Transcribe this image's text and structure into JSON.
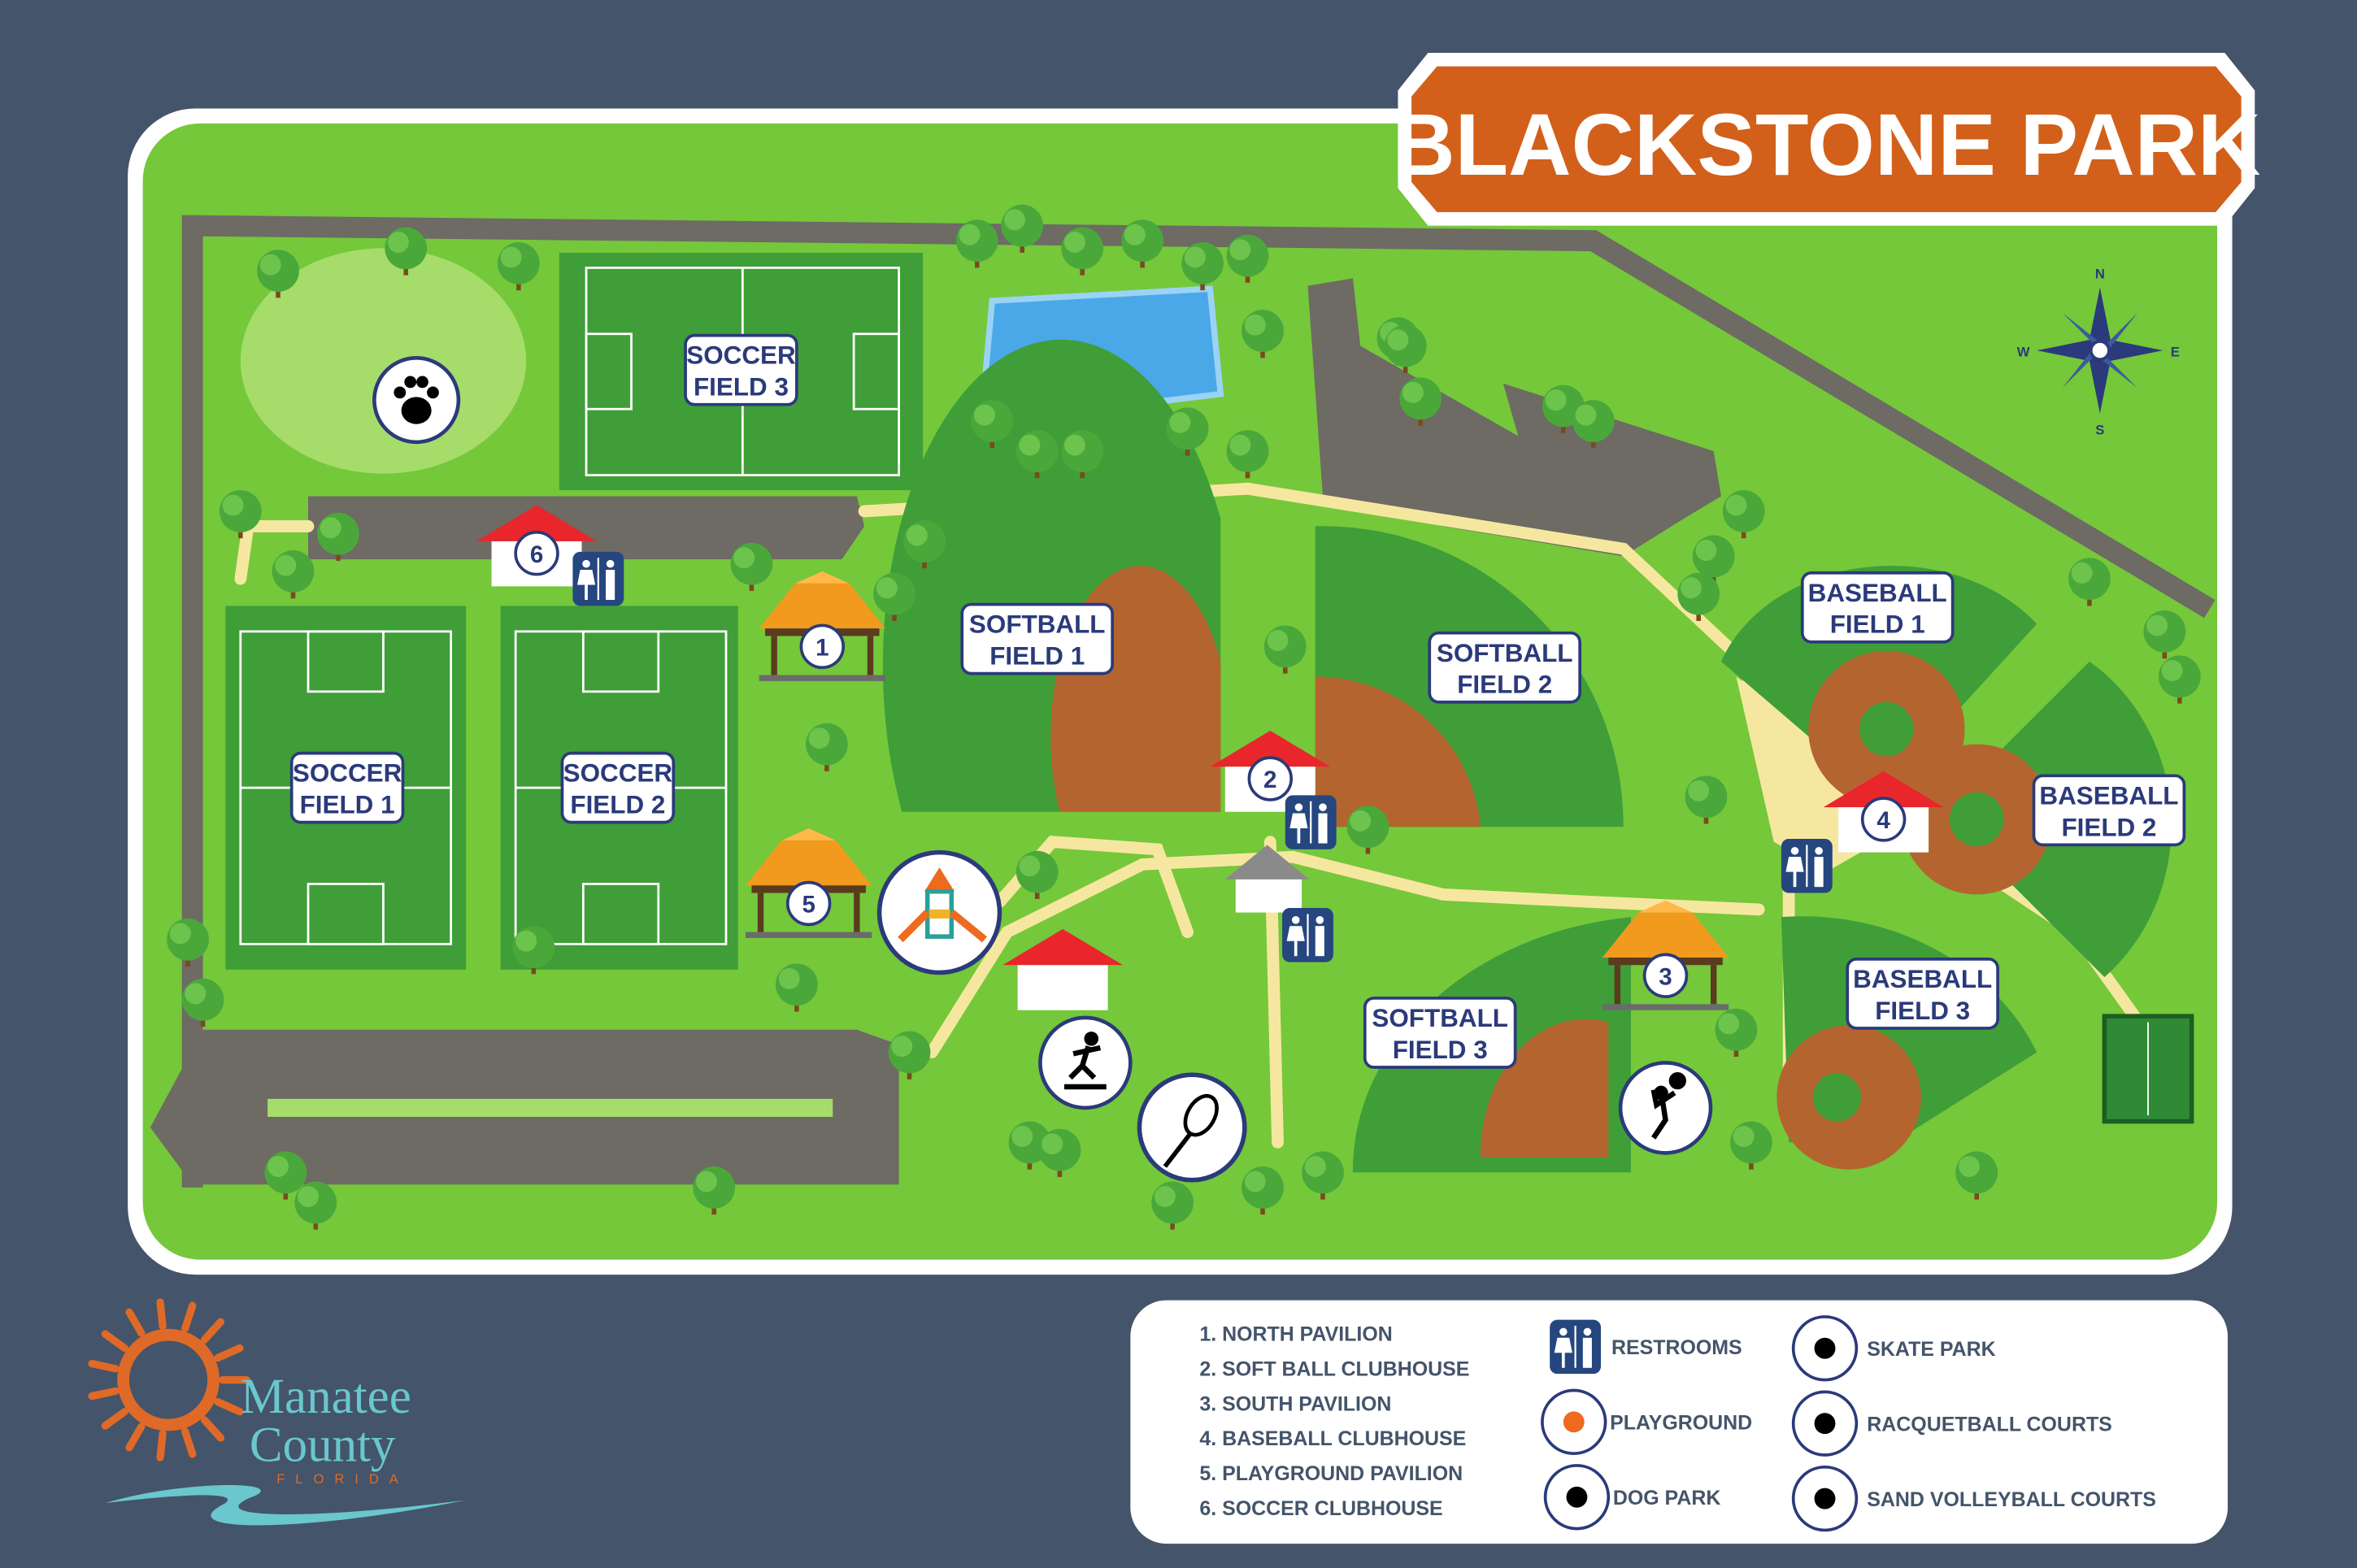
{
  "title": "BLACKSTONE PARK",
  "compass": {
    "n": "N",
    "s": "S",
    "e": "E",
    "w": "W"
  },
  "fields": {
    "soccer3": [
      "SOCCER",
      "FIELD 3"
    ],
    "soccer1": [
      "SOCCER",
      "FIELD 1"
    ],
    "soccer2": [
      "SOCCER",
      "FIELD 2"
    ],
    "softball1": [
      "SOFTBALL",
      "FIELD 1"
    ],
    "softball2": [
      "SOFTBALL",
      "FIELD 2"
    ],
    "softball3": [
      "SOFTBALL",
      "FIELD 3"
    ],
    "baseball1": [
      "BASEBALL",
      "FIELD 1"
    ],
    "baseball2": [
      "BASEBALL",
      "FIELD 2"
    ],
    "baseball3": [
      "BASEBALL",
      "FIELD 3"
    ]
  },
  "markers": [
    "1",
    "2",
    "3",
    "4",
    "5",
    "6"
  ],
  "legend": {
    "numbered": [
      "1. NORTH PAVILION",
      "2. SOFT BALL CLUBHOUSE",
      "3. SOUTH PAVILION",
      "4. BASEBALL CLUBHOUSE",
      "5. PLAYGROUND PAVILION",
      "6. SOCCER CLUBHOUSE"
    ],
    "icons": [
      {
        "icon": "restroom-icon",
        "label": "RESTROOMS"
      },
      {
        "icon": "playground-icon",
        "label": "PLAYGROUND"
      },
      {
        "icon": "paw-icon",
        "label": "DOG PARK"
      },
      {
        "icon": "skateboard-icon",
        "label": "SKATE PARK"
      },
      {
        "icon": "racquet-icon",
        "label": "RACQUETBALL COURTS"
      },
      {
        "icon": "volleyball-icon",
        "label": "SAND VOLLEYBALL COURTS"
      }
    ]
  },
  "logo": {
    "line1": "Manatee",
    "line2": "County",
    "line3": "FLORIDA"
  },
  "colors": {
    "background": "#44546a",
    "grass": "#74c83a",
    "field": "#3f9e38",
    "infield": "#b4652f",
    "banner": "#d2601a",
    "navy": "#2b3a7a",
    "road": "#6e6a64"
  }
}
